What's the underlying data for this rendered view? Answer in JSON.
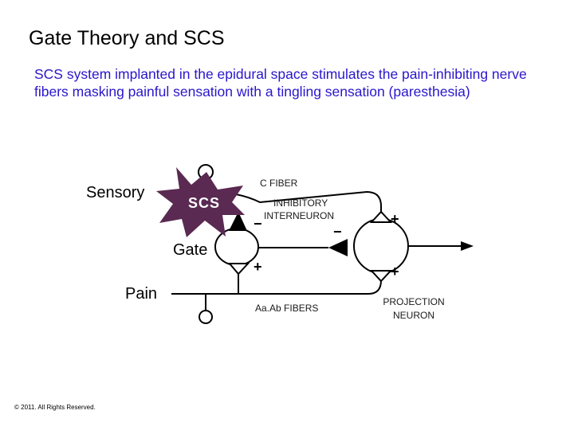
{
  "slide": {
    "title": "Gate Theory and SCS",
    "subtitle_lines": [
      "SCS system implanted in the epidural space stimulates the pain-inhibiting nerve",
      "fibers masking painful sensation with a tingling sensation (paresthesia)"
    ],
    "copyright": "© 2011. All Rights Reserved."
  },
  "diagram": {
    "sensory_label": "Sensory",
    "scs_label": "SCS",
    "gate_label": "Gate",
    "pain_label": "Pain",
    "c_fiber_label": "C FIBER",
    "inhibitory_label_lines": [
      "INHIBITORY",
      "INTERNEURON"
    ],
    "aab_fibers_label": "Aa.Ab FIBERS",
    "projection_label_lines": [
      "PROJECTION",
      "NEURON"
    ],
    "plus_sign": "+",
    "minus_sign": "−",
    "colors": {
      "subtitle_text": "#2a16cc",
      "scs_starburst": "#5a2a52",
      "scs_text": "#ffffff",
      "diagram_text": "#1a1a1a",
      "lines": "#000000"
    }
  }
}
